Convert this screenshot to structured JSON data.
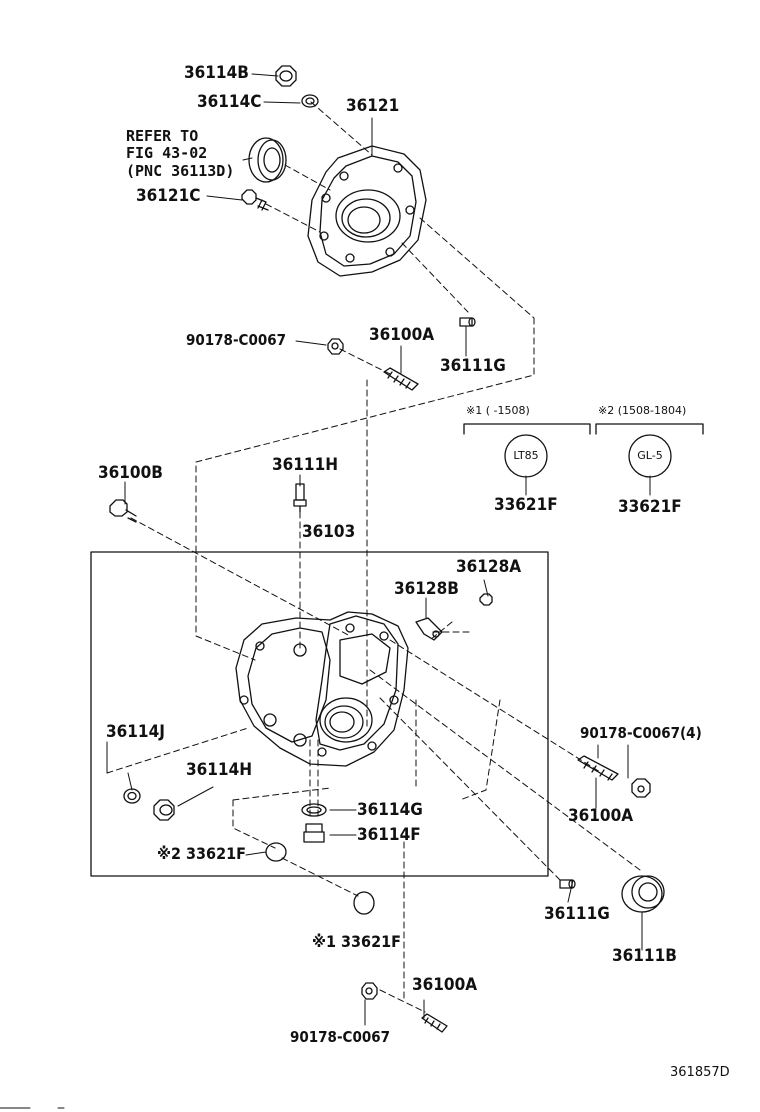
{
  "diagram_id": "361857D",
  "labels": {
    "p36114B": "36114B",
    "p36114C": "36114C",
    "p36121": "36121",
    "refer_note": "REFER TO\nFIG 43-02\n(PNC 36113D)",
    "p36121C": "36121C",
    "p90178_top": "90178-C0067",
    "p36100A_top": "36100A",
    "p36111G_top": "36111G",
    "note1_header": "※1 (        -1508)",
    "note2_header": "※2 (1508-1804)",
    "sticker1": "LT85",
    "sticker2": "GL-5",
    "p33621F_a": "33621F",
    "p33621F_b": "33621F",
    "p36100B": "36100B",
    "p36111H": "36111H",
    "p36103": "36103",
    "p36128A": "36128A",
    "p36128B": "36128B",
    "p36114J": "36114J",
    "p36114H": "36114H",
    "p90178_right": "90178-C0067(4)",
    "p36100A_right": "36100A",
    "p36114G": "36114G",
    "p36114F": "36114F",
    "p33621F_note2": "※2 33621F",
    "p36111G_bottom": "36111G",
    "p36111B": "36111B",
    "p33621F_note1": "※1 33621F",
    "p36100A_bottom": "36100A",
    "p90178_bottom": "90178-C0067"
  }
}
